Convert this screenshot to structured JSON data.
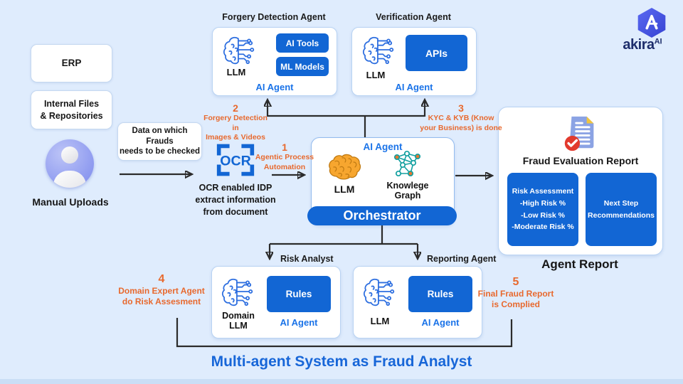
{
  "colors": {
    "background": "#dfecfd",
    "primary_blue": "#1266d4",
    "link_blue": "#1a73e8",
    "orange": "#e8692e",
    "title_blue": "#1766d8",
    "navy": "#1d2d6b"
  },
  "logo": {
    "brand": "akira",
    "suffix": "AI"
  },
  "sources": {
    "erp_label": "ERP",
    "internal_files_label": "Internal Files\n& Repositories",
    "manual_uploads_label": "Manual Uploads",
    "data_note": "Data on which Frauds\nneeds to be checked"
  },
  "ocr": {
    "glyph": "OCR",
    "caption": "OCR enabled IDP\nextract information\nfrom document"
  },
  "agents": {
    "forgery": {
      "title": "Forgery Detection Agent",
      "llm_label": "LLM",
      "buttons": [
        "AI Tools",
        "ML Models"
      ],
      "footer": "AI Agent"
    },
    "verification": {
      "title": "Verification Agent",
      "llm_label": "LLM",
      "buttons": [
        "APIs"
      ],
      "footer": "AI Agent"
    },
    "orchestrator": {
      "header": "AI Agent",
      "llm_label": "LLM",
      "kg_label": "Knowlege\nGraph",
      "bar_label": "Orchestrator"
    },
    "risk_analyst": {
      "title": "Risk Analyst",
      "llm_label": "Domain\nLLM",
      "buttons": [
        "Rules"
      ],
      "footer": "AI Agent"
    },
    "reporting": {
      "title": "Reporting Agent",
      "llm_label": "LLM",
      "buttons": [
        "Rules"
      ],
      "footer": "AI Agent"
    }
  },
  "report": {
    "title": "Fraud Evaluation Report",
    "risk_panel": "Risk Assessment\n-High Risk %\n-Low Risk %\n-Moderate Risk %",
    "next_steps_panel": "Next Step\nRecommendations",
    "caption": "Agent Report"
  },
  "steps": [
    {
      "num": "1",
      "label": "Agentic Process\nAutomation"
    },
    {
      "num": "2",
      "label": "Forgery Detection in\nImages & Videos"
    },
    {
      "num": "3",
      "label": "KYC & KYB (Know\nyour Business) is done"
    },
    {
      "num": "4",
      "label": "Domain Expert Agent\ndo Risk Assesment"
    },
    {
      "num": "5",
      "label": "Final Fraud Report\nis Complied"
    }
  ],
  "footer_title": "Multi-agent System as Fraud Analyst"
}
